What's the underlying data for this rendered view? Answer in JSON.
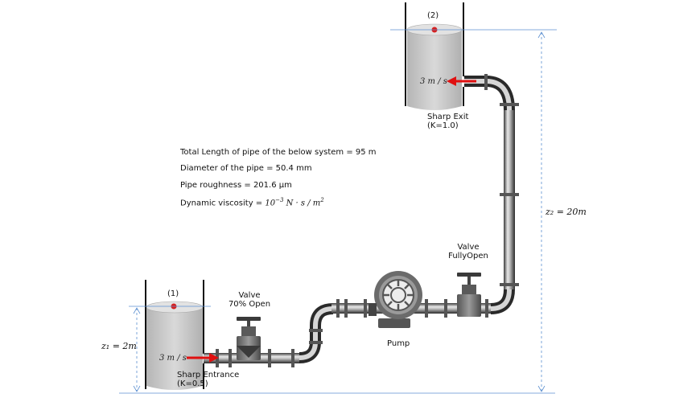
{
  "tanks": {
    "tank1": {
      "label": "(1)",
      "speed": "3 m / s",
      "level_label": "z₁ = 2m"
    },
    "tank2": {
      "label": "(2)",
      "speed": "3 m / s",
      "level_label": "z₂ = 20m"
    }
  },
  "components": {
    "valve_open": {
      "line1": "Valve",
      "line2": "70% Open"
    },
    "valve_full": {
      "line1": "Valve",
      "line2": "FullyOpen"
    },
    "pump": {
      "label": "Pump"
    },
    "entrance": {
      "line1": "Sharp Entrance",
      "line2": "(K=0.5)"
    },
    "exit": {
      "line1": "Sharp Exit",
      "line2": "(K=1.0)"
    }
  },
  "info": {
    "length": "Total Length of pipe of the below system = 95 m",
    "diameter": "Diameter of the pipe = 50.4 mm",
    "roughness": "Pipe roughness = 201.6 μm",
    "viscosity_prefix": "Dynamic viscosity = ",
    "viscosity_value": "10",
    "viscosity_exp": "−3",
    "viscosity_unit": " N · s / m",
    "viscosity_unit_exp": "2"
  },
  "colors": {
    "pipe_dark": "#2b2b2b",
    "pipe_light": "#d8d8d8",
    "tank_fill": "#c9c9c9",
    "arrow": "#e01010",
    "dimension": "#5b8fd0"
  }
}
